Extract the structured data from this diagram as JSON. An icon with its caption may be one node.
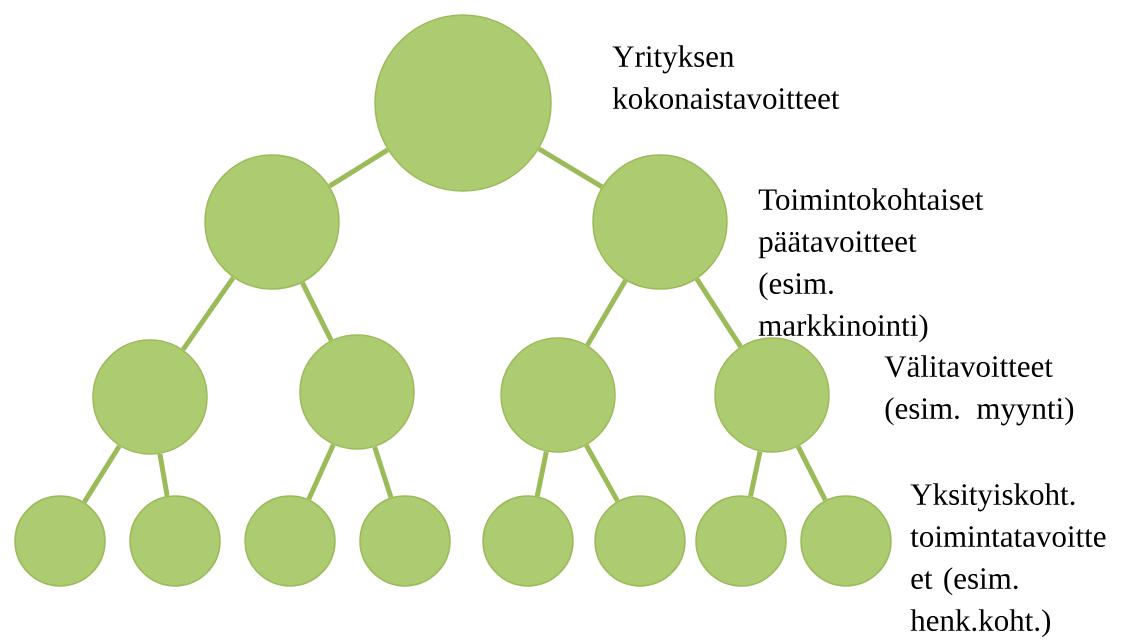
{
  "diagram": {
    "nodes": [
      {
        "text": [],
        "shape": "circle"
      },
      {
        "text": [],
        "shape": "circle"
      },
      {
        "text": [],
        "shape": "circle"
      },
      {
        "text": [],
        "shape": "circle"
      },
      {
        "text": [],
        "shape": "circle"
      },
      {
        "text": [],
        "shape": "circle"
      },
      {
        "text": [],
        "shape": "circle"
      },
      {
        "text": [],
        "shape": "circle"
      },
      {
        "text": [],
        "shape": "circle"
      },
      {
        "text": [],
        "shape": "circle"
      },
      {
        "text": [],
        "shape": "circle"
      },
      {
        "text": [],
        "shape": "circle"
      },
      {
        "text": [],
        "shape": "circle"
      },
      {
        "text": [],
        "shape": "circle"
      },
      {
        "text": [],
        "shape": "circle"
      }
    ],
    "edges": [
      {
        "from": 0,
        "to": 1,
        "arrow": "none"
      },
      {
        "from": 0,
        "to": 2,
        "arrow": "none"
      },
      {
        "from": 1,
        "to": 3,
        "arrow": "none"
      },
      {
        "from": 1,
        "to": 4,
        "arrow": "none"
      },
      {
        "from": 2,
        "to": 5,
        "arrow": "none"
      },
      {
        "from": 2,
        "to": 6,
        "arrow": "none"
      },
      {
        "from": 3,
        "to": 7,
        "arrow": "none"
      },
      {
        "from": 3,
        "to": 8,
        "arrow": "none"
      },
      {
        "from": 4,
        "to": 9,
        "arrow": "none"
      },
      {
        "from": 4,
        "to": 10,
        "arrow": "none"
      },
      {
        "from": 5,
        "to": 11,
        "arrow": "none"
      },
      {
        "from": 5,
        "to": 12,
        "arrow": "none"
      },
      {
        "from": 6,
        "to": 13,
        "arrow": "none"
      },
      {
        "from": 6,
        "to": 14,
        "arrow": "none"
      }
    ],
    "labels": [
      "Yrityksen kokonaistavoitteet",
      "Toimintokohtaiset päätavoitteet (esim. markkinointi)",
      "Välitavoitteet (esim. myynti)",
      "Yksityiskoht. toimintatavoitte et (esim. henk.koht.)"
    ]
  }
}
